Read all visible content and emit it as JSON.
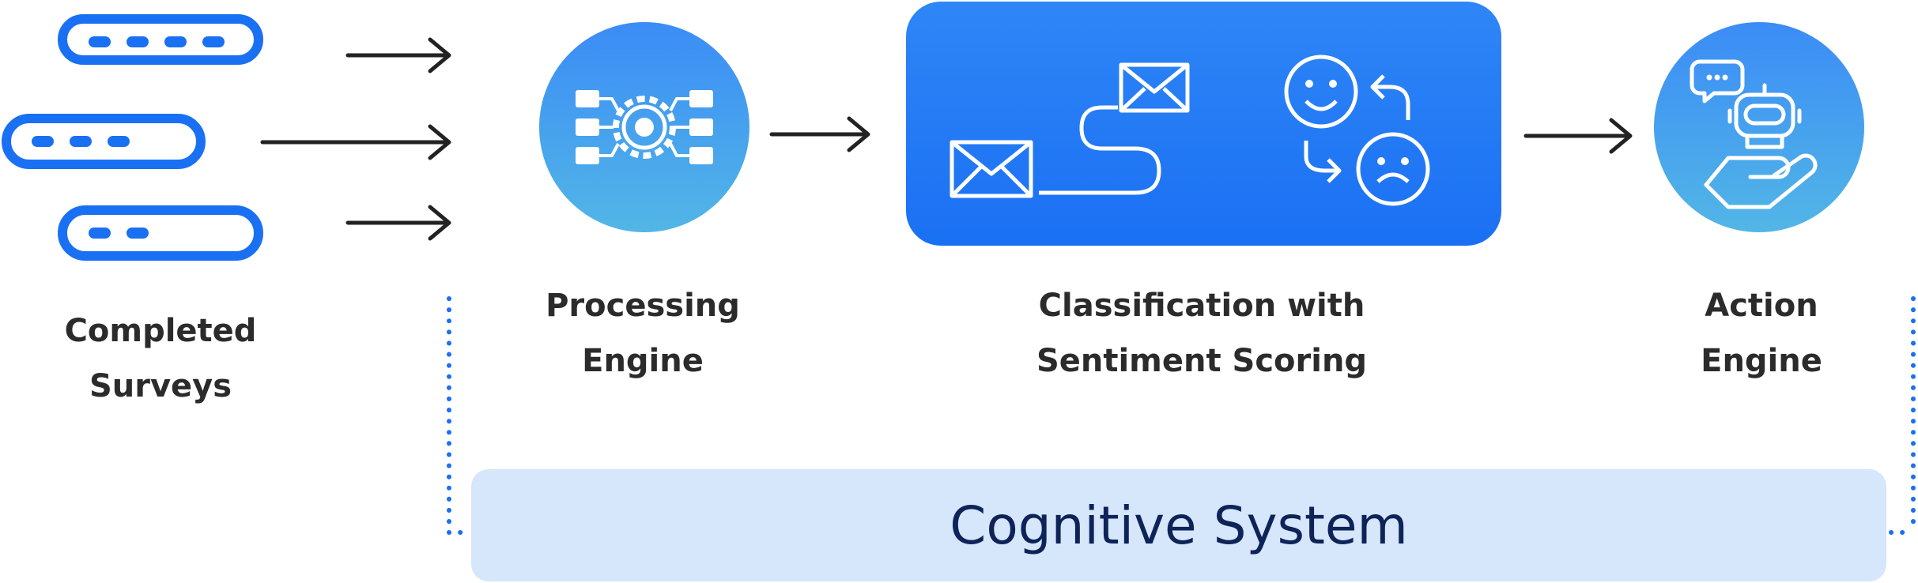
{
  "steps": {
    "completed_surveys": {
      "line1": "Completed",
      "line2": "Surveys"
    },
    "processing_engine": {
      "line1": "Processing",
      "line2": "Engine"
    },
    "classification": {
      "line1": "Classification with",
      "line2": "Sentiment Scoring"
    },
    "action_engine": {
      "line1": "Action",
      "line2": "Engine"
    }
  },
  "system": {
    "label": "Cognitive System"
  },
  "icons": {
    "survey_forms": "survey-form-icon",
    "processing": "gear-network-icon",
    "classification": [
      "envelope-icon",
      "happy-face-icon",
      "sad-face-icon"
    ],
    "action": "robot-hand-icon"
  },
  "colors": {
    "primary_blue": "#1a70f3",
    "light_blue_bar": "#d6e6fb",
    "dark_text": "#2b2b2b",
    "system_text": "#0e2358",
    "dotted_line": "#1a70f3"
  }
}
